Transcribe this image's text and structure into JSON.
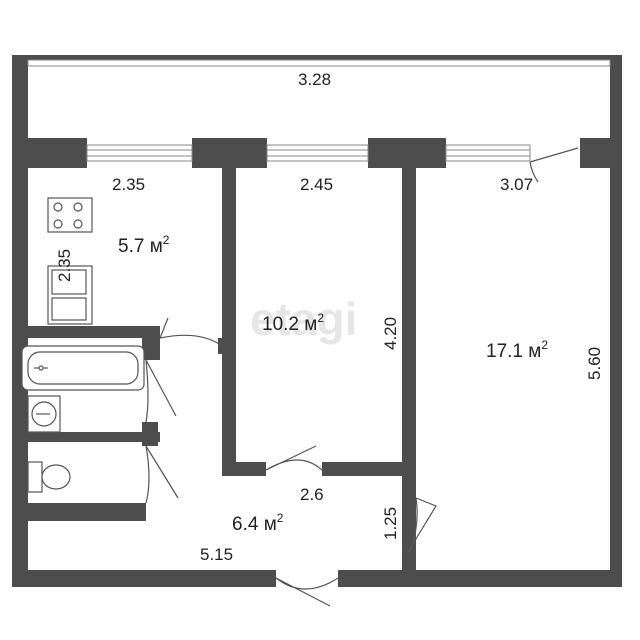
{
  "colors": {
    "wall": "#4d4d4d",
    "fixture_stroke": "#555555",
    "window": "#cfcfcf",
    "text": "#222222",
    "watermark": "#e6e6e6"
  },
  "watermark": "etagi",
  "rooms": {
    "kitchen": {
      "area": "5.7 м",
      "width": "2.35",
      "depth": "2.35"
    },
    "bedroom": {
      "area": "10.2 м",
      "width": "2.45",
      "depth": "4.20"
    },
    "living": {
      "area": "17.1 м",
      "width": "3.07",
      "depth": "5.60"
    },
    "hall": {
      "area": "6.4 м",
      "width": "2.6",
      "length": "5.15",
      "depth": "1.25"
    },
    "balcony": {
      "length": "3.28"
    }
  },
  "superscript": "2"
}
